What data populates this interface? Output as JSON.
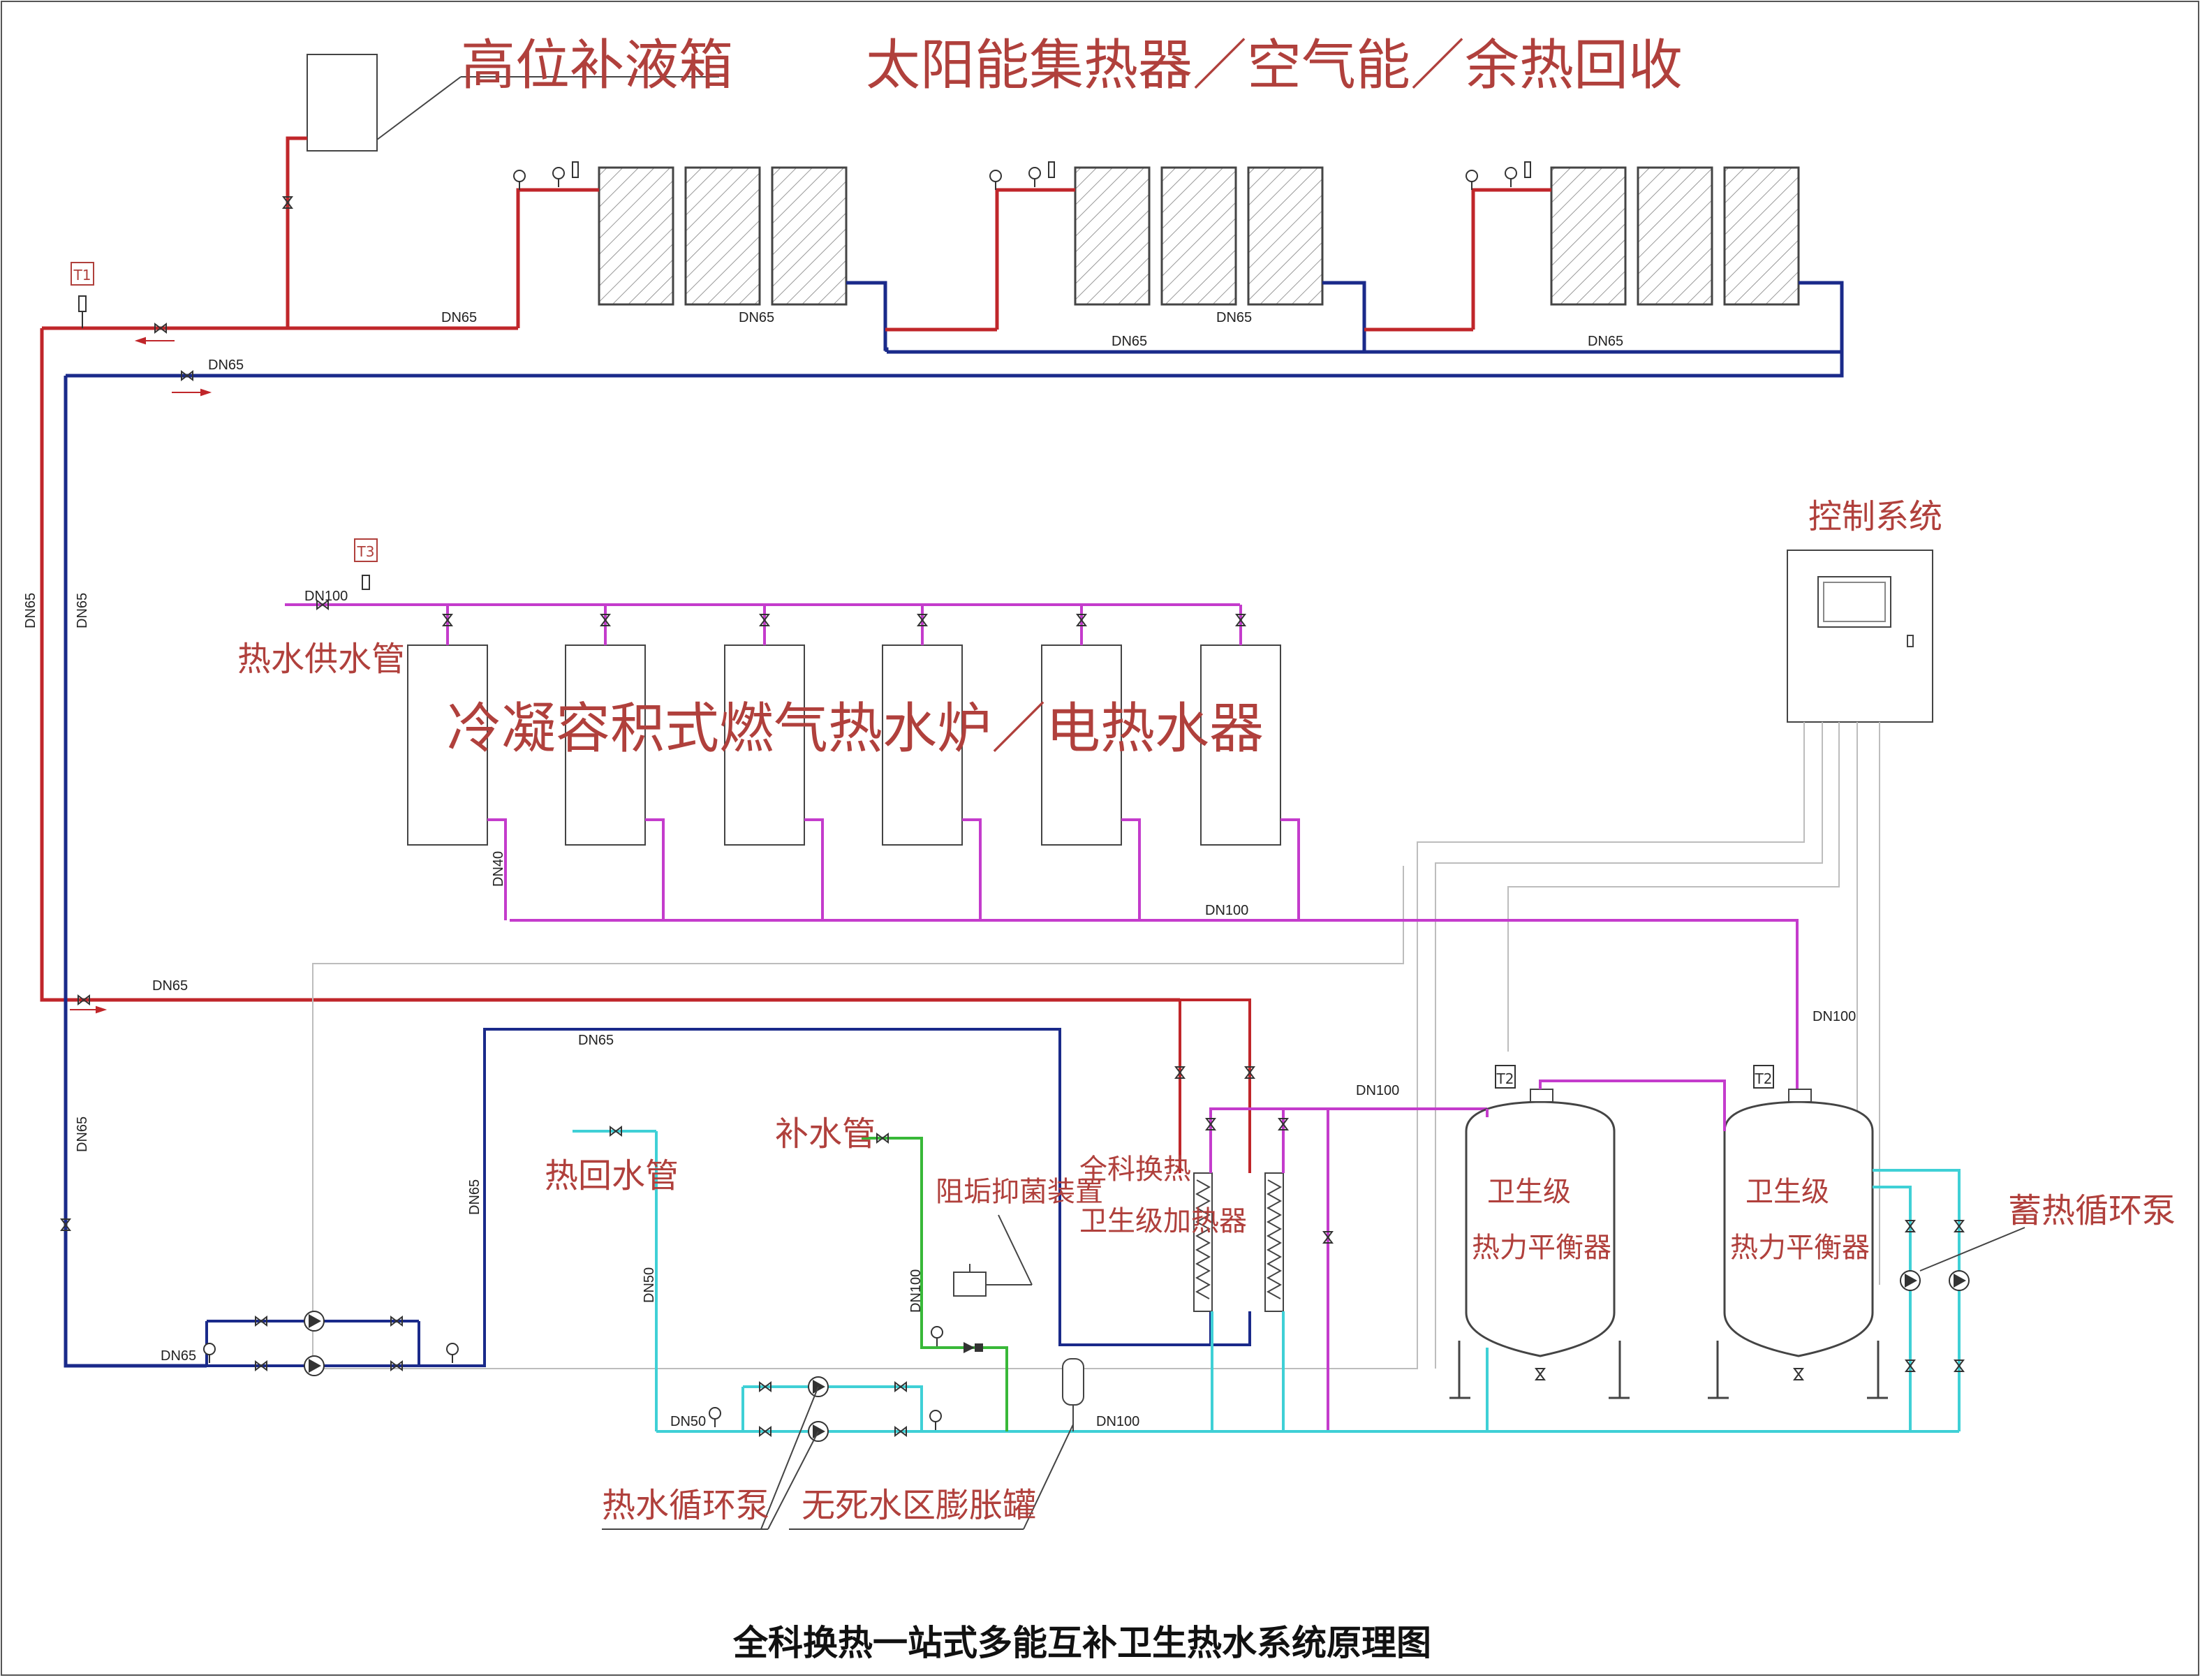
{
  "labels": {
    "tank": "高位补液箱",
    "heat_sources": "太阳能集热器／空气能／余热回收",
    "control": "控制系统",
    "hot_supply": "热水供水管",
    "heaters": "冷凝容积式燃气热水炉／电热水器",
    "makeup": "补水管",
    "hot_return": "热回水管",
    "scale_device": "阻垢抑菌装置",
    "exchanger_1": "全科换热",
    "exchanger_2": "卫生级加热器",
    "balancer_left_1": "卫生级",
    "balancer_left_2": "热力平衡器",
    "balancer_right_1": "卫生级",
    "balancer_right_2": "热力平衡器",
    "storage_pump": "蓄热循环泵",
    "hot_pump": "热水循环泵",
    "expansion_tank": "无死水区膨胀罐"
  },
  "sensors": {
    "t1": "T1",
    "t2a": "T2",
    "t2b": "T2",
    "t3": "T3"
  },
  "pipe_sizes": {
    "dn65": "DN65",
    "dn100": "DN100",
    "dn50": "DN50",
    "dn40": "DN40"
  },
  "title": "全科换热一站式多能互补卫生热水系统原理图",
  "colors": {
    "hot": "#c0262a",
    "cold": "#1a2a8a",
    "supply": "#c43ccc",
    "return": "#3fd0d6",
    "makeup": "#38b838",
    "control": "#bdbdbd",
    "label": "#b0403c"
  }
}
